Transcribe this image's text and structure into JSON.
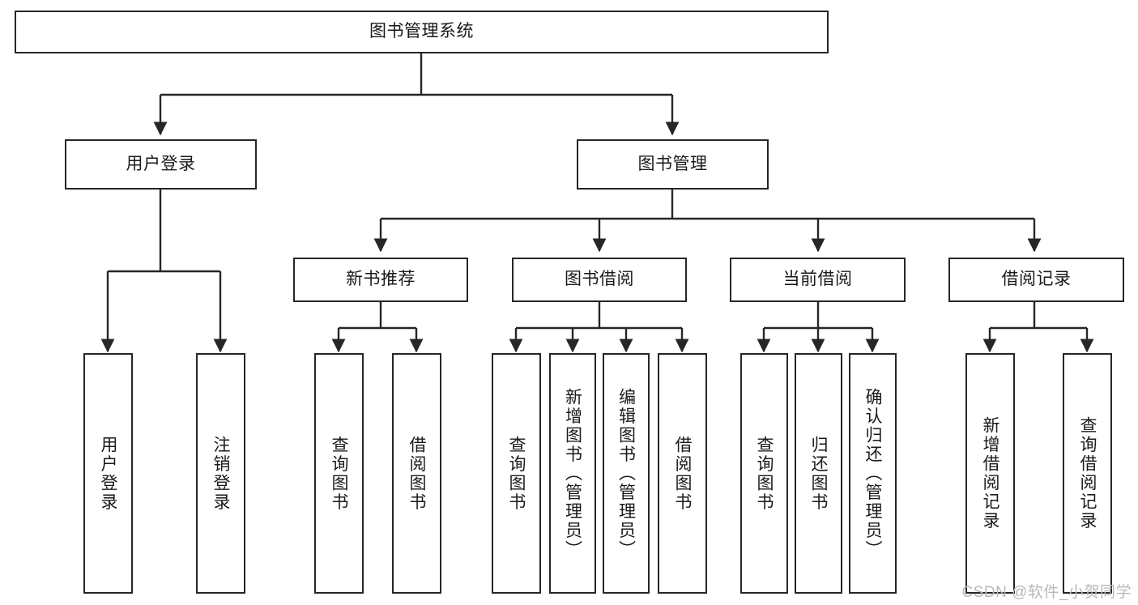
{
  "diagram": {
    "title": "图书管理系统",
    "root": {
      "label": "图书管理系统"
    },
    "level2": [
      {
        "label": "用户登录"
      },
      {
        "label": "图书管理"
      }
    ],
    "level3": [
      {
        "label": "新书推荐"
      },
      {
        "label": "图书借阅"
      },
      {
        "label": "当前借阅"
      },
      {
        "label": "借阅记录"
      }
    ],
    "leaves": {
      "user_login": [
        {
          "label": "用户登录"
        },
        {
          "label": "注销登录"
        }
      ],
      "new_book_recommend": [
        {
          "label": "查询图书"
        },
        {
          "label": "借阅图书"
        }
      ],
      "book_borrow": [
        {
          "label": "查询图书"
        },
        {
          "label": "新增图书（管理员）"
        },
        {
          "label": "编辑图书（管理员）"
        },
        {
          "label": "借阅图书"
        }
      ],
      "current_borrow": [
        {
          "label": "查询图书"
        },
        {
          "label": "归还图书"
        },
        {
          "label": "确认归还（管理员）"
        }
      ],
      "borrow_record": [
        {
          "label": "新增借阅记录"
        },
        {
          "label": "查询借阅记录"
        }
      ]
    }
  },
  "watermark": {
    "text": "CSDN @软件_小贺同学"
  },
  "colors": {
    "stroke": "#262626",
    "fill": "#ffffff",
    "text": "#1a1a1a",
    "watermark": "#b9b9b9"
  }
}
